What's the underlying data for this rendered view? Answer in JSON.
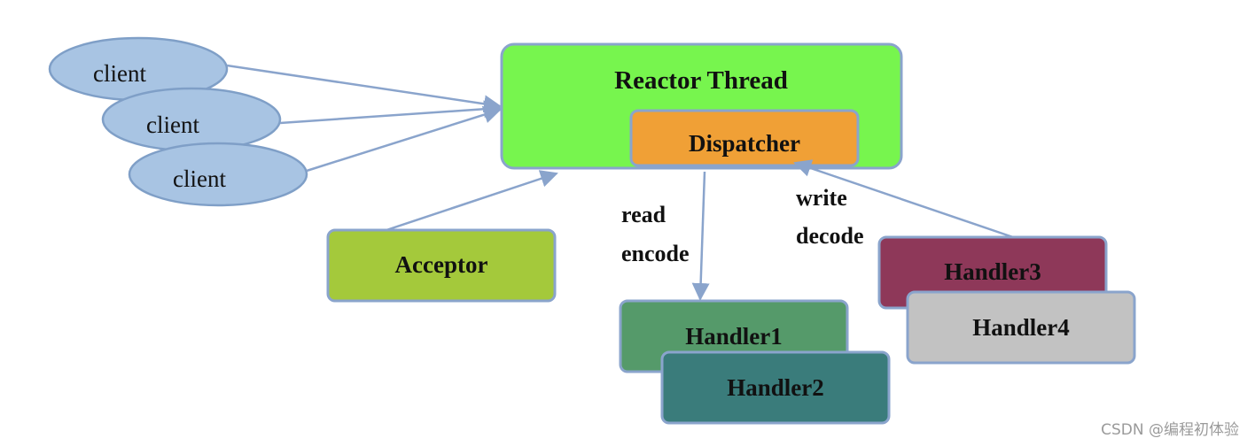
{
  "nodes": {
    "client_1": "client",
    "client_2": "client",
    "client_3": "client",
    "reactor": "Reactor Thread",
    "dispatcher": "Dispatcher",
    "acceptor": "Acceptor",
    "handler1": "Handler1",
    "handler2": "Handler2",
    "handler3": "Handler3",
    "handler4": "Handler4"
  },
  "edge_labels": {
    "read": "read",
    "encode": "encode",
    "write": "write",
    "decode": "decode"
  },
  "watermark": "CSDN @编程初体验",
  "colors": {
    "client_fill": "#a8c4e3",
    "client_stroke": "#7f9fc7",
    "reactor_fill": "#77f54e",
    "dispatcher_fill": "#f0a036",
    "acceptor_fill": "#a4c93b",
    "handler1_fill": "#559a6a",
    "handler2_fill": "#3a7c7b",
    "handler3_fill": "#8e3859",
    "handler4_fill": "#c2c2c2",
    "box_stroke": "#8aa4cc",
    "arrow": "#8aa4cc"
  }
}
